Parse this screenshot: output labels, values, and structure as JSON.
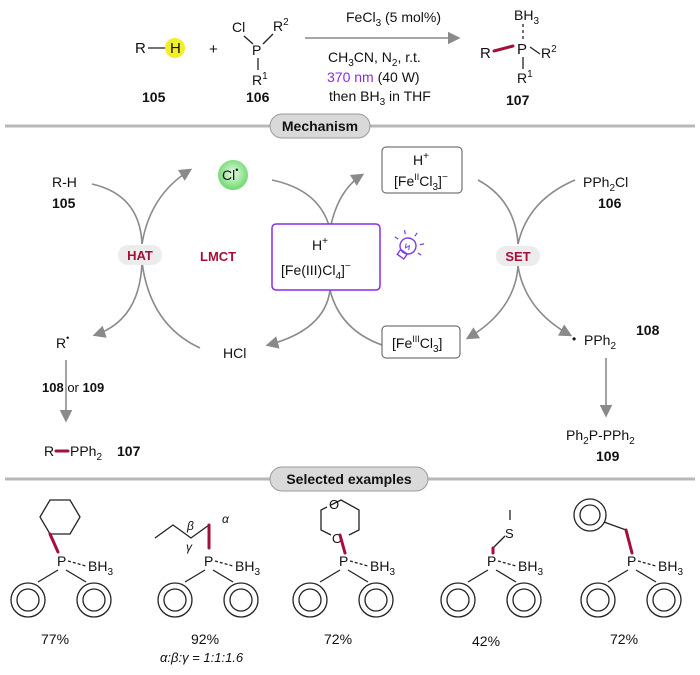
{
  "reaction": {
    "reactant_1": "R",
    "reactant_1_h": "H",
    "plus": "+",
    "reactant_2_cl": "Cl",
    "reactant_2_p": "P",
    "reactant_2_r1": "R",
    "reactant_2_r1_sup": "1",
    "reactant_2_r2": "R",
    "reactant_2_r2_sup": "2",
    "cond_1": "FeCl",
    "cond_1_sub": "3",
    "cond_1_tail": " (5 mol%)",
    "cond_2": "CH",
    "cond_2_sub1": "3",
    "cond_2_mid": "CN, N",
    "cond_2_sub2": "2",
    "cond_2_tail": ", r.t.",
    "cond_3_hl": "370 nm",
    "cond_3_tail": " (40 W)",
    "cond_4": "then BH",
    "cond_4_sub": "3",
    "cond_4_tail": " in THF",
    "product_bh3": "BH",
    "product_bh3_sub": "3",
    "product_r": "R",
    "product_p": "P",
    "product_r1": "R",
    "product_r1_sup": "1",
    "product_r2": "R",
    "product_r2_sup": "2",
    "label_105": "105",
    "label_106": "106",
    "label_107": "107"
  },
  "mechanism": {
    "banner": "Mechanism",
    "rh": "R-H",
    "rh_num": "105",
    "cl_radical": "Cl",
    "cl_dot": "•",
    "hat": "HAT",
    "lmct": "LMCT",
    "set": "SET",
    "fe3_h": "H",
    "fe3_h_sup": "+",
    "fe3_main": "[Fe(III)Cl",
    "fe3_sub": "4",
    "fe3_close": "]",
    "fe3_charge": "−",
    "fe2_h": "H",
    "fe2_h_sup": "+",
    "fe2_main": "[Fe",
    "fe2_sup": "II",
    "fe2_cl": "Cl",
    "fe2_sub": "3",
    "fe2_close": "]",
    "fe2_charge": "−",
    "fe3c_main": "[Fe",
    "fe3c_sup": "III",
    "fe3c_cl": "Cl",
    "fe3c_sub": "3",
    "fe3c_close": "]",
    "pph2cl": "PPh",
    "pph2cl_sub": "2",
    "pph2cl_tail": "Cl",
    "pph2cl_num": "106",
    "r_radical": "R",
    "r_dot": "•",
    "hcl": "HCl",
    "pph2_dot": "•",
    "pph2": "PPh",
    "pph2_sub": "2",
    "pph2_num": "108",
    "or_a": "108",
    "or_word": " or ",
    "or_b": "109",
    "product_r": "R",
    "product_pph2": "PPh",
    "product_pph2_sub": "2",
    "product_num": "107",
    "dimer_a": "Ph",
    "dimer_a_sub": "2",
    "dimer_b": "P-PPh",
    "dimer_b_sub": "2",
    "dimer_num": "109"
  },
  "examples": {
    "banner": "Selected examples",
    "p": "P",
    "bh3": "BH",
    "bh3_sub": "3",
    "o": "O",
    "s": "S",
    "alpha": "α",
    "beta": "β",
    "gamma": "γ",
    "yields": [
      "77%",
      "92%",
      "72%",
      "42%",
      "72%"
    ],
    "ratio": "α:β:γ = 1:1:1.6"
  },
  "colors": {
    "accent_crimson": "#a50f3a",
    "wavelength_purple": "#8a2be2",
    "hydrogen_yellow": "#f2ee2a",
    "chlorine_green": "#9be89b",
    "catalyst_box": "#8a2be2",
    "banner_grey": "#d9d9d9"
  },
  "icons": [
    "light-bulb-icon"
  ]
}
